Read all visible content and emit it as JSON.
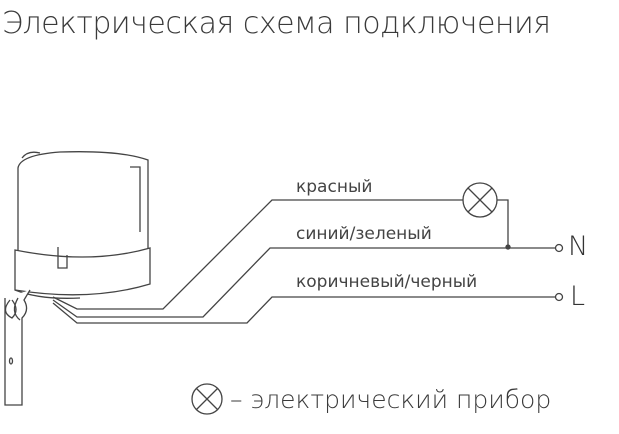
{
  "title": "Электрическая схема подключения",
  "wires": [
    {
      "label": "красный"
    },
    {
      "label": "синий/зеленый"
    },
    {
      "label": "коричневый/черный"
    }
  ],
  "terminals": {
    "neutral": "N",
    "line": "L"
  },
  "legend": {
    "symbol": "lamp-icon",
    "text": "– электрический прибор"
  }
}
